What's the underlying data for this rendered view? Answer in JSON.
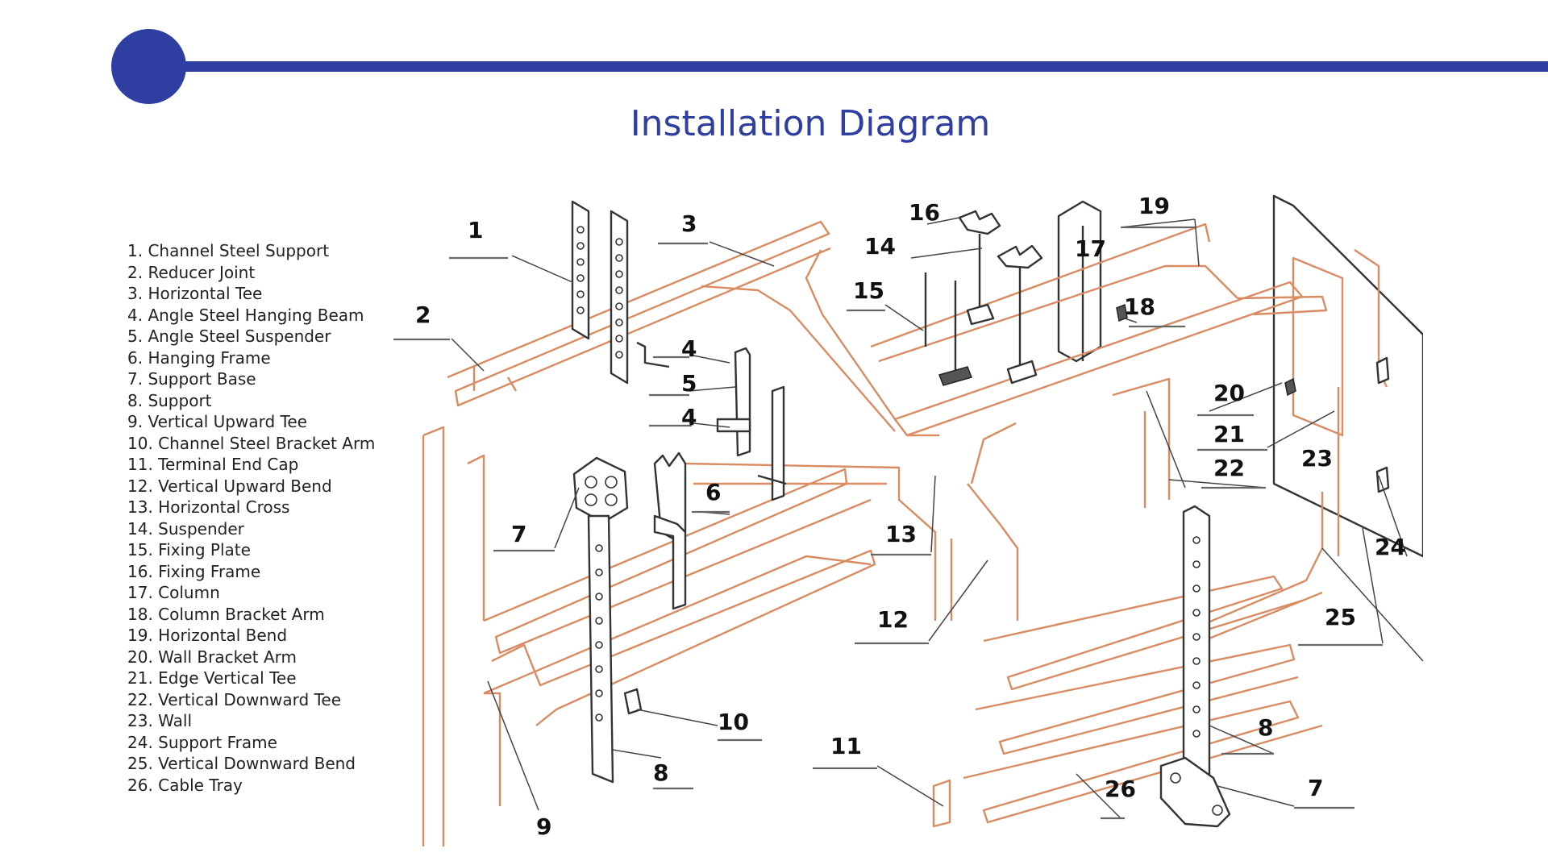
{
  "title": "Installation Diagram",
  "colors": {
    "accent": "#2e3ea1",
    "tray": "#d98c62"
  },
  "legend": [
    "1. Channel Steel Support",
    "2. Reducer Joint",
    "3. Horizontal Tee",
    "4. Angle Steel Hanging Beam",
    "5. Angle Steel Suspender",
    "6. Hanging Frame",
    "7. Support Base",
    "8. Support",
    "9. Vertical Upward Tee",
    "10. Channel Steel Bracket Arm",
    "11. Terminal End Cap",
    "12. Vertical Upward Bend",
    "13. Horizontal Cross",
    "14. Suspender",
    "15. Fixing Plate",
    "16. Fixing Frame",
    "17. Column",
    "18. Column Bracket Arm",
    "19. Horizontal Bend",
    "20. Wall Bracket Arm",
    "21. Edge Vertical Tee",
    "22. Vertical Downward Tee",
    "23. Wall",
    "24. Support Frame",
    "25. Vertical Downward Bend",
    "26. Cable Tray"
  ],
  "callouts": [
    "1",
    "2",
    "3",
    "4",
    "5",
    "4",
    "6",
    "7",
    "8",
    "9",
    "10",
    "11",
    "12",
    "13",
    "14",
    "15",
    "16",
    "17",
    "18",
    "19",
    "20",
    "21",
    "22",
    "23",
    "24",
    "25",
    "26",
    "8",
    "7"
  ]
}
